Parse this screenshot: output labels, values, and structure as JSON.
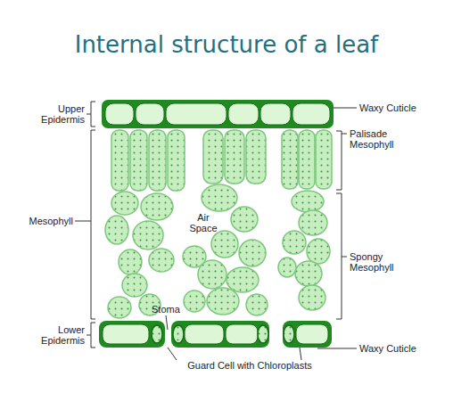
{
  "diagram": {
    "title": "Internal structure of a leaf",
    "labels": [
      "Upper Epidermis",
      "Waxy Cuticle",
      "Palisade Mesophyll",
      "Mesophyll",
      "Air Space",
      "Spongy Mesophyll",
      "Stoma",
      "Lower Epidermis",
      "Waxy Cuticle",
      "Guard Cell with Chloroplasts"
    ]
  }
}
